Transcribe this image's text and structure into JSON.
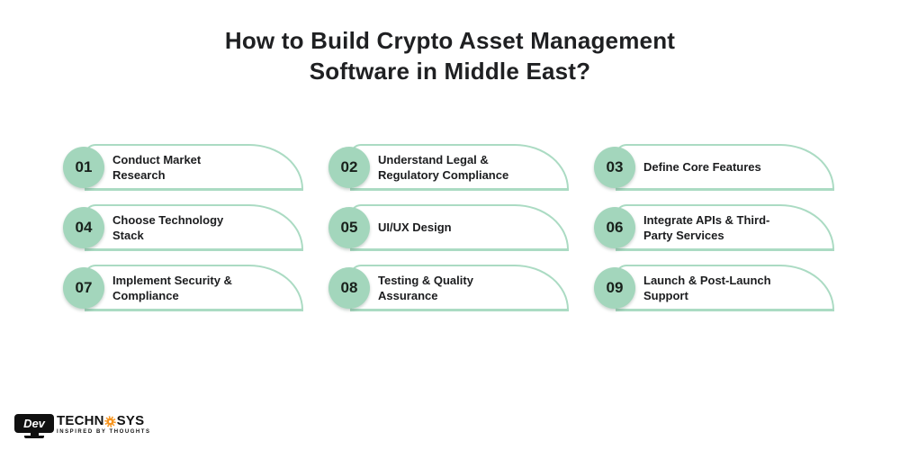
{
  "title": {
    "line1": "How to Build Crypto Asset Management",
    "line2": "Software in Middle East?"
  },
  "steps": [
    {
      "number": "01",
      "label": "Conduct Market Research"
    },
    {
      "number": "02",
      "label": "Understand Legal & Regulatory Compliance"
    },
    {
      "number": "03",
      "label": "Define Core Features"
    },
    {
      "number": "04",
      "label": "Choose Technology Stack"
    },
    {
      "number": "05",
      "label": "UI/UX Design"
    },
    {
      "number": "06",
      "label": "Integrate APIs & Third-Party Services"
    },
    {
      "number": "07",
      "label": "Implement Security & Compliance"
    },
    {
      "number": "08",
      "label": "Testing & Quality Assurance"
    },
    {
      "number": "09",
      "label": "Launch & Post-Launch Support"
    }
  ],
  "logo": {
    "monitor_text": "Dev",
    "brand_part1": "TECHN",
    "brand_part2": "SYS",
    "tagline": "INSPIRED BY THOUGHTS"
  },
  "colors": {
    "mint_fill": "#a3d6bc",
    "mint_border": "#abdbc3",
    "text_dark": "#1c1d1f",
    "logo_orange": "#f7941d",
    "logo_black": "#101010"
  }
}
